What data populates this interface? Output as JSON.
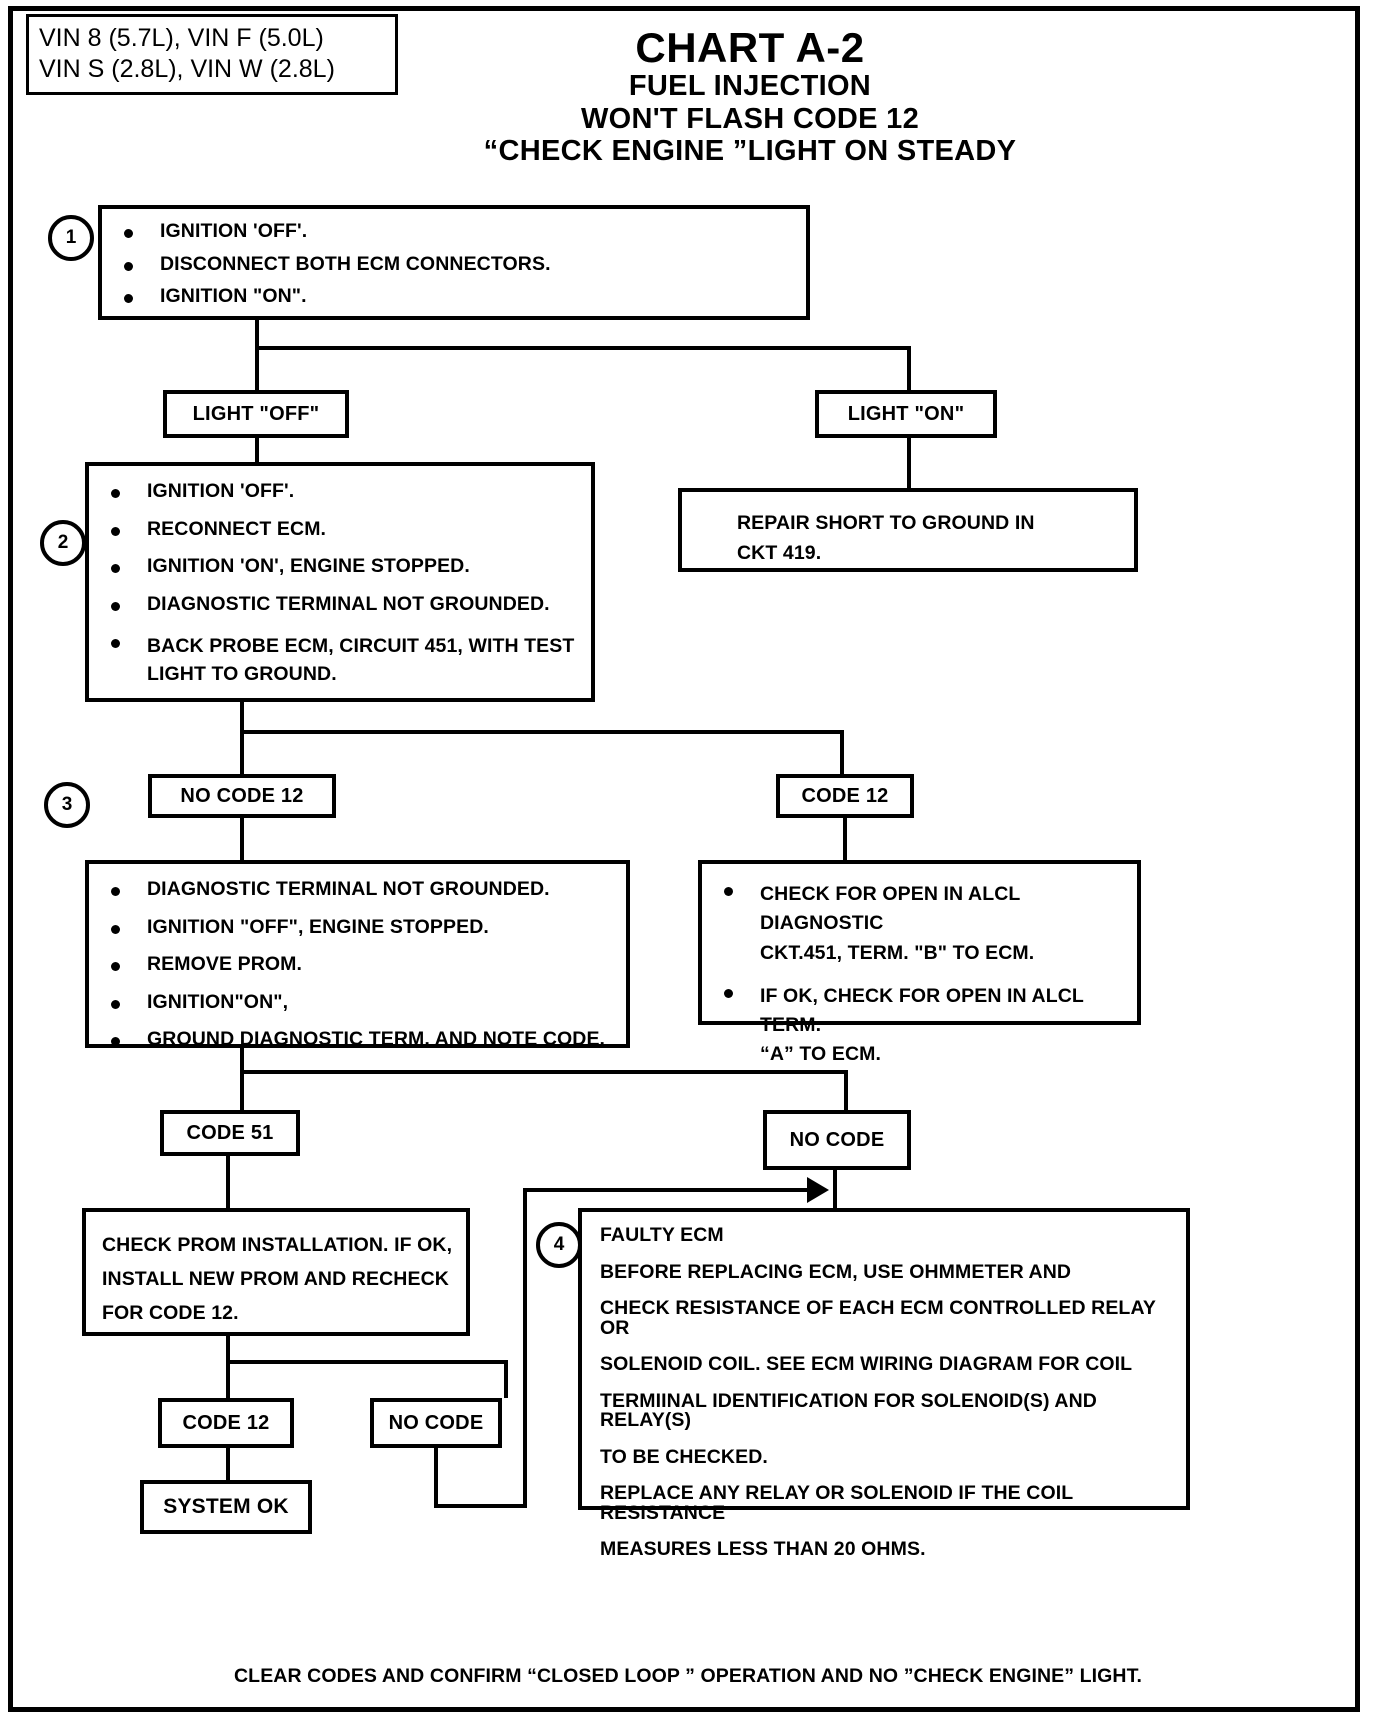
{
  "header": {
    "vin_lines": [
      "VIN 8 (5.7L), VIN F (5.0L)",
      "VIN S (2.8L), VIN W (2.8L)"
    ],
    "title": "CHART A-2",
    "subtitle_lines": [
      "FUEL INJECTION",
      "WON'T FLASH CODE 12",
      "“CHECK ENGINE ”LIGHT ON STEADY"
    ]
  },
  "steps": {
    "step1": {
      "number": "1",
      "bullets": [
        "IGNITION 'OFF'.",
        "DISCONNECT BOTH ECM CONNECTORS.",
        "IGNITION \"ON\"."
      ]
    },
    "step2": {
      "number": "2",
      "bullets": [
        "IGNITION 'OFF'.",
        "RECONNECT ECM.",
        "IGNITION 'ON', ENGINE STOPPED.",
        "DIAGNOSTIC TERMINAL NOT GROUNDED.",
        "BACK PROBE  ECM, CIRCUIT 451, WITH TEST\nLIGHT TO GROUND."
      ]
    },
    "step3": {
      "number": "3",
      "left_bullets": [
        "DIAGNOSTIC TERMINAL NOT GROUNDED.",
        "IGNITION \"OFF\", ENGINE STOPPED.",
        "REMOVE PROM.",
        "IGNITION\"ON\",",
        "GROUND DIAGNOSTIC TERM, AND NOTE CODE."
      ],
      "right_bullets": [
        "CHECK FOR OPEN IN ALCL DIAGNOSTIC\nCKT.451, TERM. \"B\" TO ECM.",
        "IF OK, CHECK FOR OPEN IN ALCL TERM.\n“A” TO ECM."
      ]
    },
    "step4": {
      "number": "4",
      "lines": [
        "FAULTY ECM",
        "BEFORE REPLACING ECM, USE  OHMMETER AND",
        "CHECK RESISTANCE  OF EACH ECM CONTROLLED RELAY OR",
        "SOLENOID  COIL.  SEE ECM WIRING DIAGRAM FOR COIL",
        "TERMIINAL IDENTIFICATION FOR SOLENOID(S)  AND RELAY(S)",
        "TO BE CHECKED.",
        "REPLACE ANY RELAY OR SOLENOID IF THE COIL RESISTANCE",
        "MEASURES LESS THAN 20 OHMS."
      ]
    }
  },
  "branch_labels": {
    "light_off": "LIGHT \"OFF\"",
    "light_on": "LIGHT \"ON\"",
    "no_code_12": "NO CODE 12",
    "code_12_b": "CODE 12",
    "code_51": "CODE 51",
    "no_code_a": "NO CODE",
    "code_12_c": "CODE 12",
    "no_code_b": "NO CODE"
  },
  "result_boxes": {
    "repair_short": "REPAIR SHORT TO GROUND IN\nCKT 419.",
    "check_prom": "CHECK PROM INSTALLATION. IF OK,\nINSTALL NEW PROM AND RECHECK\nFOR CODE 12.",
    "system_ok": "SYSTEM OK"
  },
  "footer": "CLEAR CODES AND CONFIRM “CLOSED LOOP ” OPERATION AND NO ”CHECK ENGINE” LIGHT."
}
